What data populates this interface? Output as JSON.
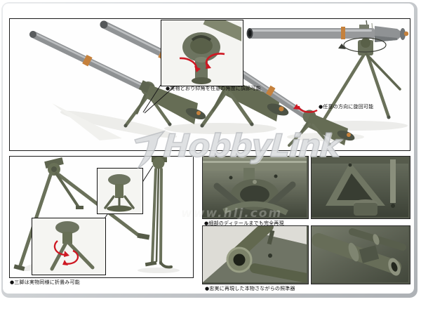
{
  "product_collage": {
    "watermark": {
      "name": "HobbyLink",
      "url": "www.hlj.com"
    },
    "captions": {
      "elevation": "●実物どおり仰角を任意の角度に調節可能",
      "rotation": "●任意の方向に旋回可能",
      "tripod_fold": "●三脚は実物同様に折畳み可能",
      "detail": "●細部のディテールまでも完全再現",
      "sight": "●忠実に再現した本物さながらの照準器"
    },
    "colors": {
      "olive_body": "#6a7158",
      "olive_dark": "#4d5345",
      "barrel_gray": "#94979a",
      "accent_orange": "#c5813c",
      "arrow_red": "#ce1722",
      "panel_border": "#1a1a1a",
      "frame_gray": "#b6babd",
      "watermark_gray": "#d7d9dc",
      "background": "#ffffff"
    }
  }
}
